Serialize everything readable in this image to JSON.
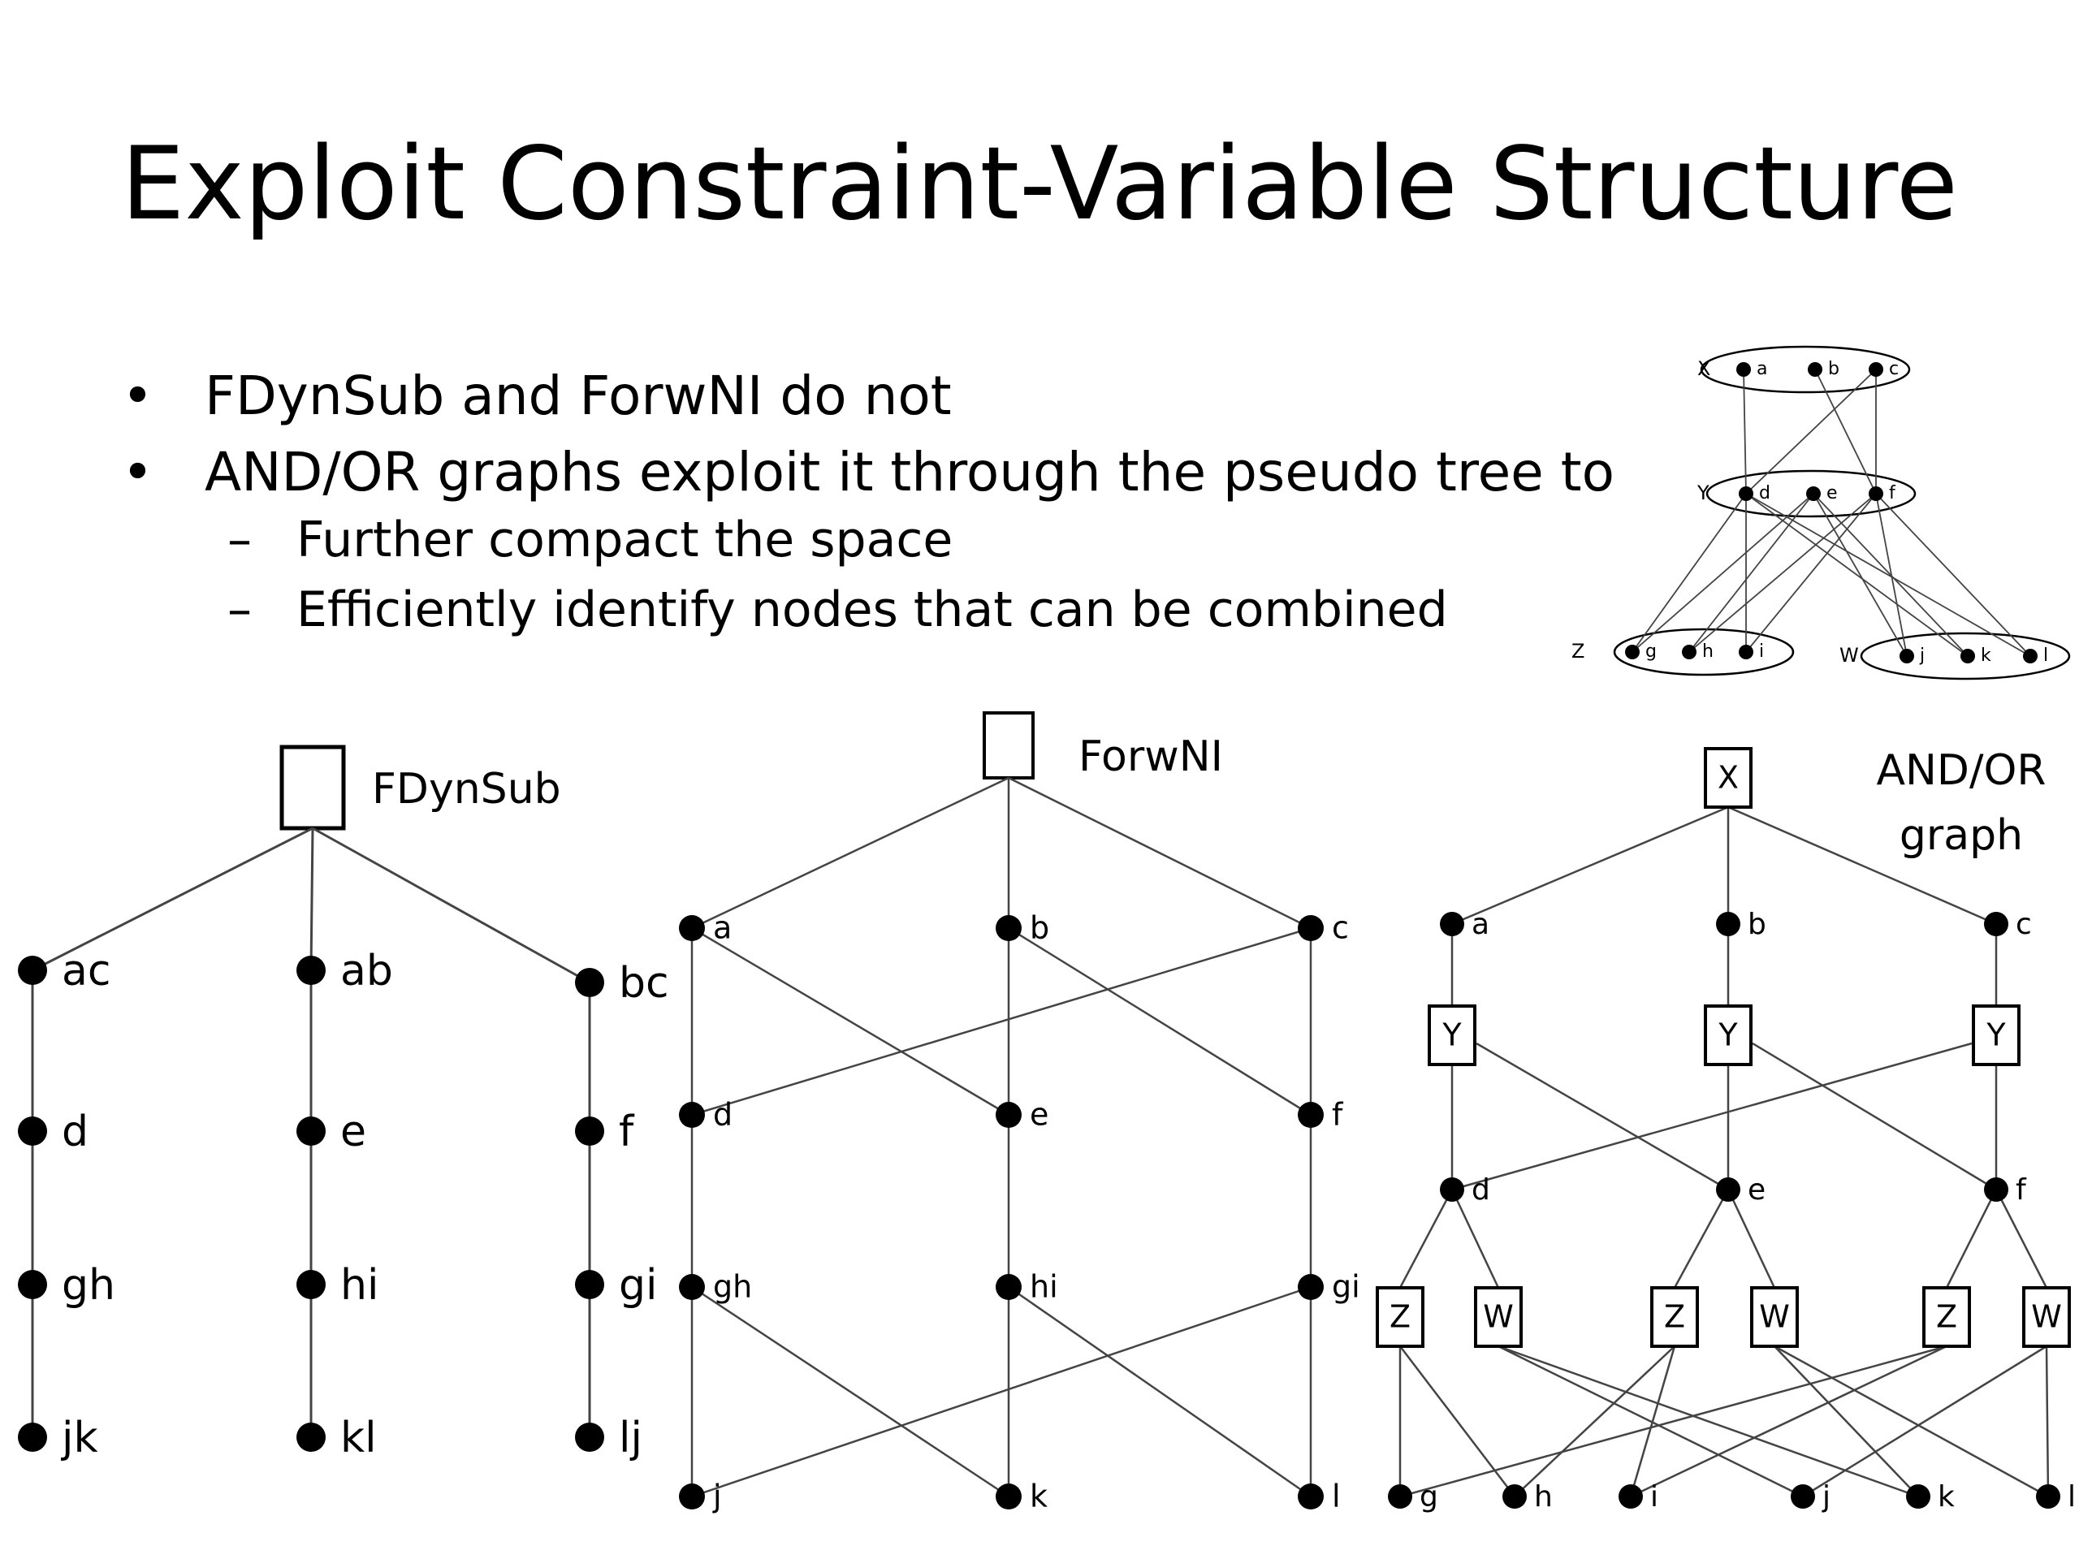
{
  "title": "Exploit Constraint-Variable Structure",
  "bullets": [
    {
      "marker": "•",
      "text": "FDynSub and ForwNI do not",
      "level": 1
    },
    {
      "marker": "•",
      "text": "AND/OR graphs exploit it through the pseudo tree to",
      "level": 1
    },
    {
      "marker": "–",
      "text": "Further compact the space",
      "level": 2
    },
    {
      "marker": "–",
      "text": "Efficiently identify nodes that can be combined",
      "level": 2
    }
  ],
  "constraint_graph": {
    "groups": [
      "X",
      "Y",
      "Z",
      "W"
    ],
    "variables": [
      "a",
      "b",
      "c",
      "d",
      "e",
      "f",
      "g",
      "h",
      "i",
      "j",
      "k",
      "l"
    ]
  },
  "fdynsub": {
    "label": "FDynSub",
    "node_labels": [
      "ac",
      "ab",
      "bc",
      "d",
      "e",
      "f",
      "gh",
      "hi",
      "gi",
      "jk",
      "kl",
      "lj"
    ]
  },
  "forwni": {
    "label": "ForwNI",
    "node_labels": [
      "a",
      "b",
      "c",
      "d",
      "e",
      "f",
      "gh",
      "hi",
      "gi",
      "j",
      "k",
      "l"
    ]
  },
  "andor": {
    "label_line1": "AND/OR",
    "label_line2": "graph",
    "or_labels": [
      "X",
      "Y",
      "Y",
      "Y",
      "Z",
      "W",
      "Z",
      "W",
      "Z",
      "W"
    ],
    "and_labels": [
      "a",
      "b",
      "c",
      "d",
      "e",
      "f",
      "g",
      "h",
      "i",
      "j",
      "k",
      "l"
    ]
  },
  "colors": {
    "ink": "#000000",
    "background": "#ffffff",
    "edge": "#444444"
  }
}
